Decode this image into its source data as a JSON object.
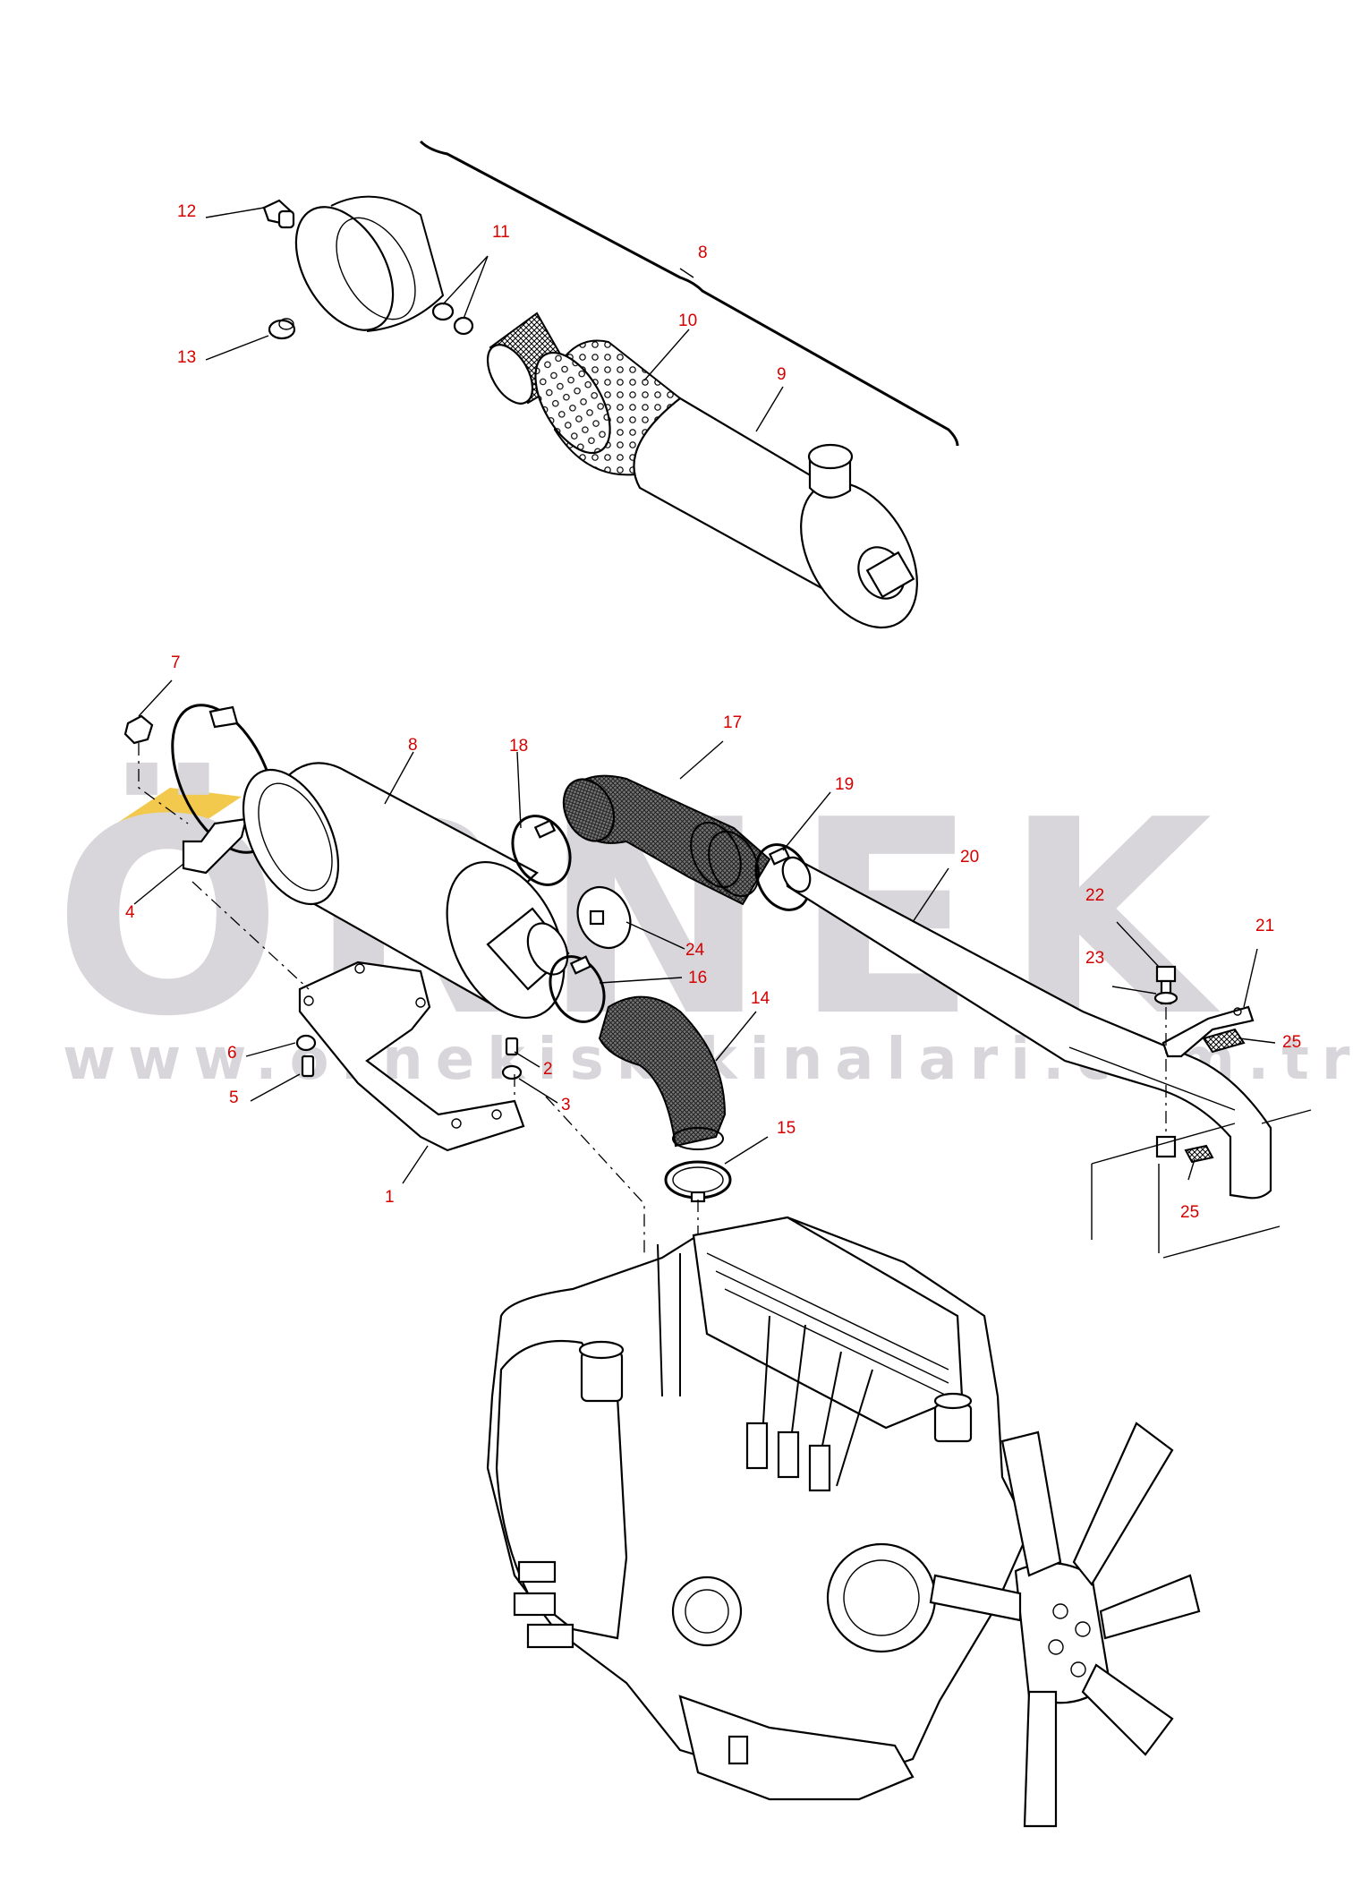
{
  "watermark": {
    "brand": "ÖRNEK",
    "url": "www.ornekiskikinalari.com.tr",
    "accent_color": "#f2c94c",
    "text_color": "#d8d6da"
  },
  "label_color": "#d40000",
  "labels": {
    "top": [
      "12",
      "13",
      "11",
      "8",
      "10",
      "9"
    ],
    "bottom": [
      "7",
      "8",
      "18",
      "17",
      "19",
      "20",
      "4",
      "24",
      "16",
      "14",
      "22",
      "21",
      "23",
      "25",
      "6",
      "2",
      "5",
      "3",
      "15",
      "25",
      "1"
    ]
  }
}
